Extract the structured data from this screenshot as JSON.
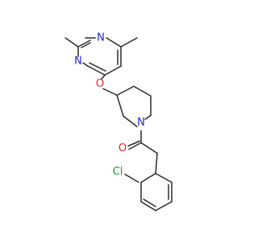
{
  "molecule": {
    "atoms": [
      {
        "id": "n-pyr-1",
        "label": "N",
        "element": "N"
      },
      {
        "id": "n-pyr-2",
        "label": "N",
        "element": "N"
      },
      {
        "id": "o-ether",
        "label": "O",
        "element": "O"
      },
      {
        "id": "n-pip",
        "label": "N",
        "element": "N"
      },
      {
        "id": "o-carbonyl",
        "label": "O",
        "element": "O"
      },
      {
        "id": "cl",
        "label": "Cl",
        "element": "Cl"
      }
    ]
  },
  "colors": {
    "bond": "#2b2b2b",
    "N": "#2323d6",
    "O": "#e8231f",
    "Cl": "#1e9e1e",
    "background": "#ffffff"
  }
}
